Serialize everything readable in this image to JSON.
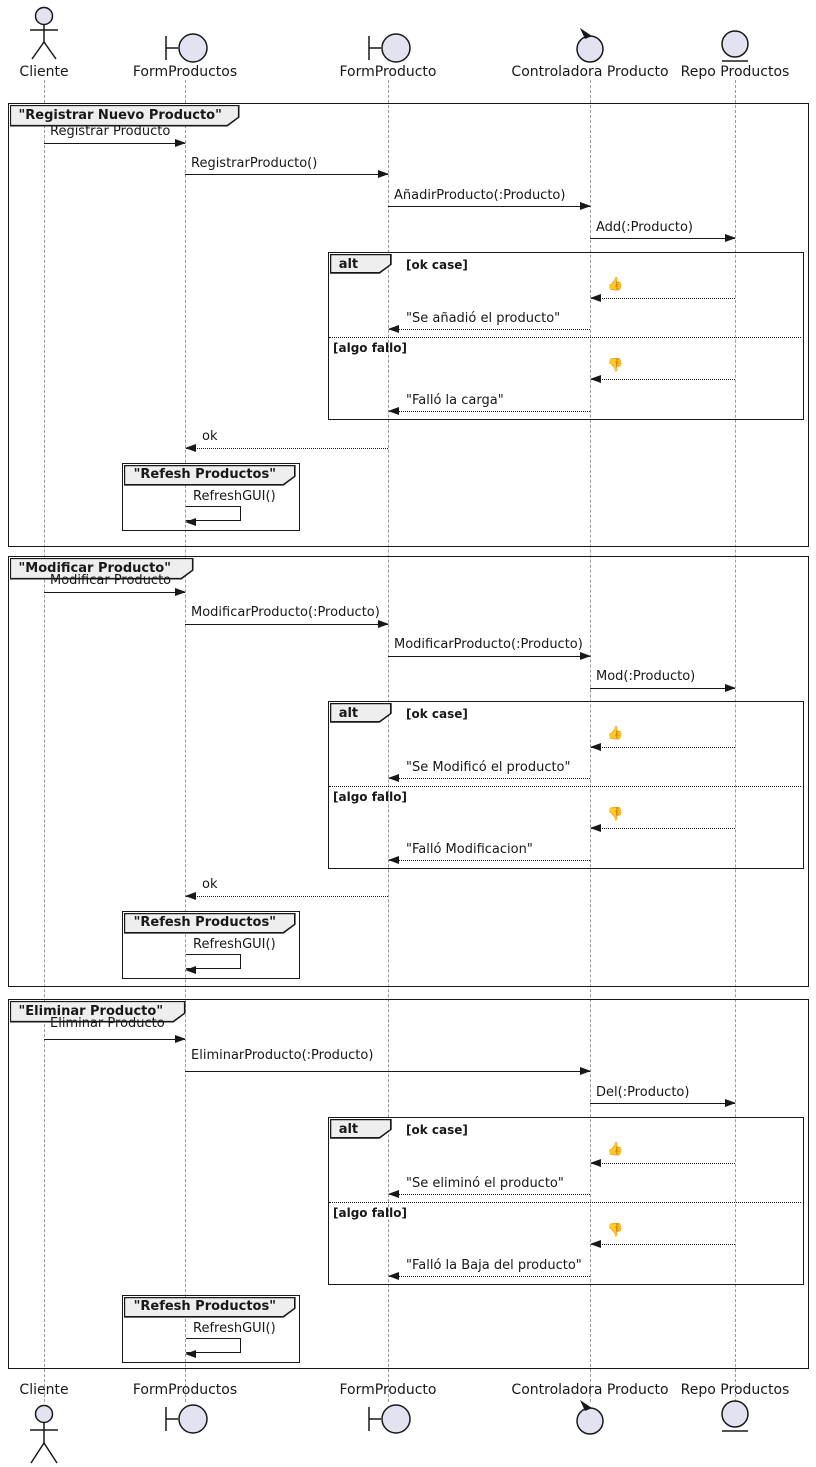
{
  "diagram_type": "uml-sequence-diagram",
  "colors": {
    "icon_fill": "#E2E2F0",
    "frame_header_fill": "#EEEEEE",
    "border": "#181818",
    "lifeline": "#999999",
    "background": "#FFFFFF"
  },
  "participants": [
    {
      "label": "Cliente",
      "type": "actor"
    },
    {
      "label": "FormProductos",
      "type": "boundary"
    },
    {
      "label": "FormProducto",
      "type": "boundary"
    },
    {
      "label": "Controladora Producto",
      "type": "control"
    },
    {
      "label": "Repo Productos",
      "type": "entity"
    }
  ],
  "alt": {
    "operator": "alt",
    "ok_guard": "[ok case]",
    "fail_guard": "[algo fallo]",
    "ok_icon": "👍",
    "fail_icon": "👎"
  },
  "sections": [
    {
      "title": "\"Registrar Nuevo Producto\"",
      "messages": [
        "Registrar Producto",
        "RegistrarProducto()",
        "AñadirProducto(:Producto)",
        "Add(:Producto)"
      ],
      "ok_reply": "\"Se añadió el producto\"",
      "fail_reply": "\"Falló la carga\"",
      "return_label": "ok",
      "subframe": {
        "title": "\"Refesh Productos\"",
        "message": "RefreshGUI()"
      }
    },
    {
      "title": "\"Modificar Producto\"",
      "messages": [
        "Modificar Producto",
        "ModificarProducto(:Producto)",
        "ModificarProducto(:Producto)",
        "Mod(:Producto)"
      ],
      "ok_reply": "\"Se Modificó el producto\"",
      "fail_reply": "\"Falló Modificacion\"",
      "return_label": "ok",
      "subframe": {
        "title": "\"Refesh Productos\"",
        "message": "RefreshGUI()"
      }
    },
    {
      "title": "\"Eliminar Producto\"",
      "messages": [
        "Eliminar Producto",
        "EliminarProducto(:Producto)",
        "Del(:Producto)"
      ],
      "ok_reply": "\"Se eliminó el producto\"",
      "fail_reply": "\"Falló la Baja del producto\"",
      "subframe": {
        "title": "\"Refesh Productos\"",
        "message": "RefreshGUI()"
      }
    }
  ]
}
